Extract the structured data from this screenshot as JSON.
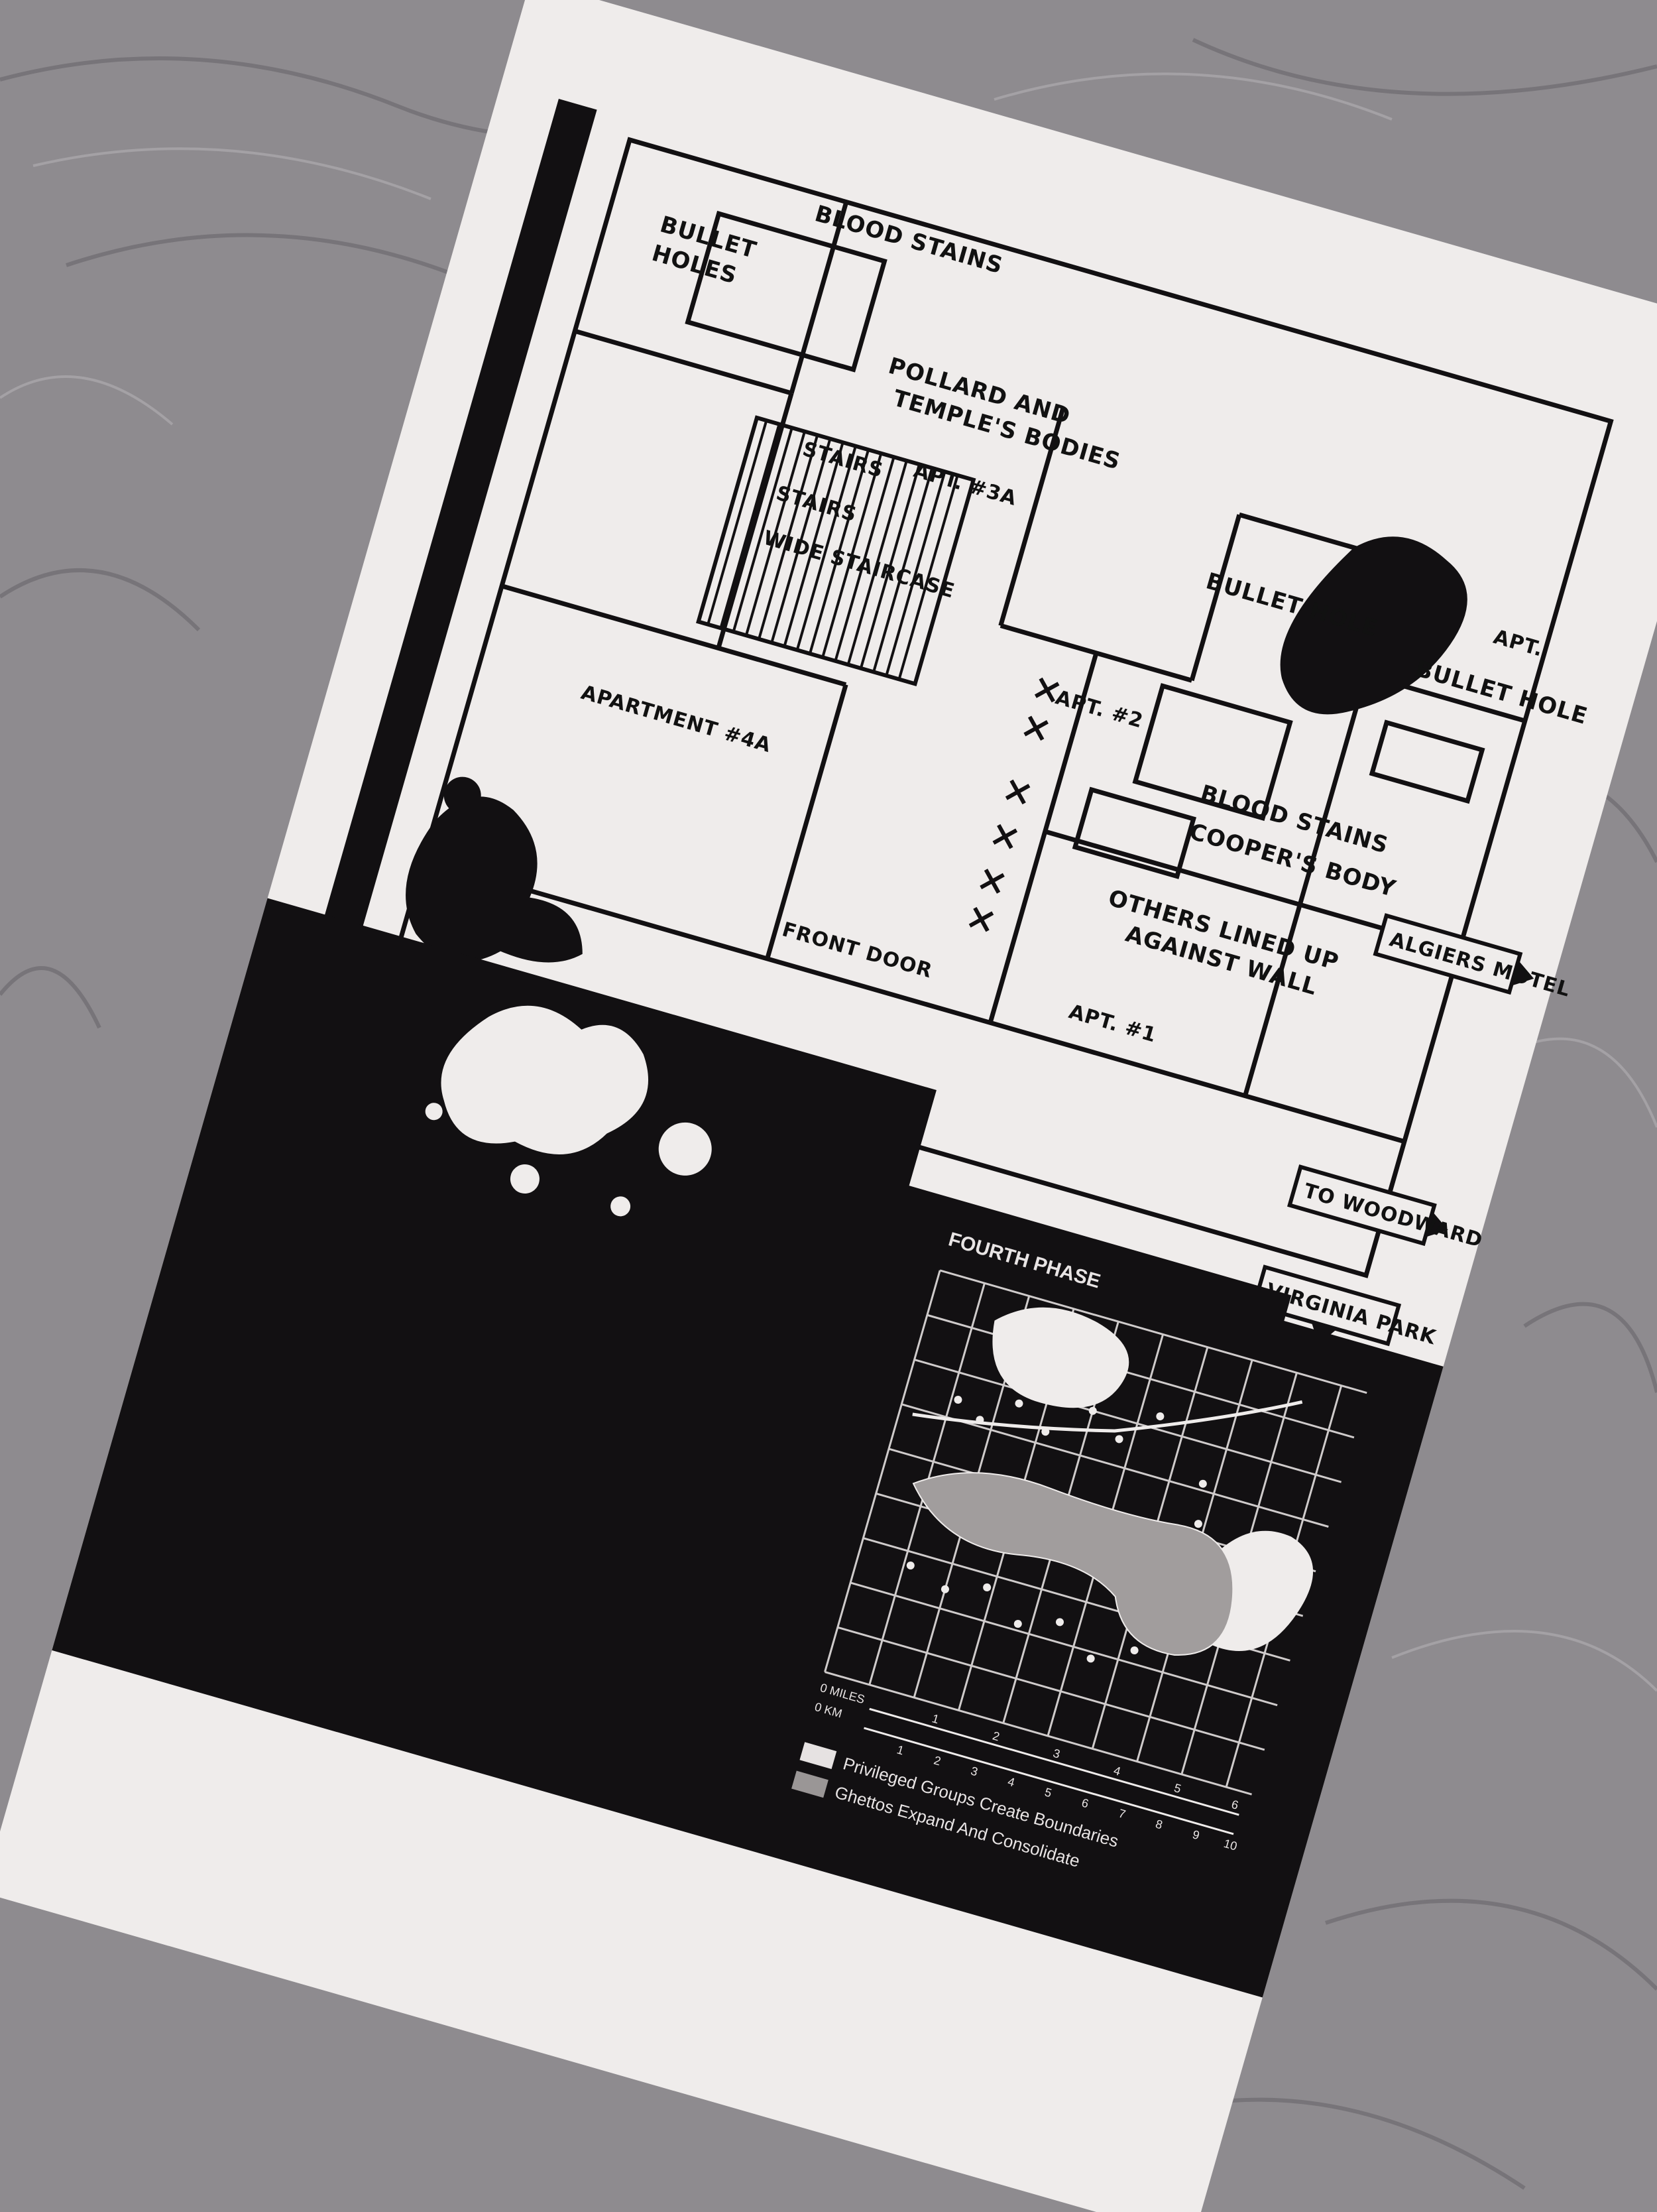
{
  "floor_plan": {
    "labels": {
      "blood_stains_top": "BLOOD STAINS",
      "bullet_holes": [
        "BULLET",
        "HOLES"
      ],
      "pollard_bodies": [
        "POLLARD AND",
        "TEMPLE'S BODIES"
      ],
      "stairs_1": "STAIRS",
      "stairs_2": "STAIRS",
      "wide_staircase": "WIDE STAIRCASE",
      "apt_3a": "APT. #3A",
      "apartment_4a": "APARTMENT #4A",
      "front_door": "FRONT DOOR",
      "apt_2": "APT. #2",
      "apt_1": "APT. #1",
      "apt_top": "APT.",
      "bullet_hole_mid": "BULLET HOLE",
      "bullet_hole_right": "BULLET HOLE",
      "blood_stains_mid": "BLOOD STAINS",
      "coopers_body": "COOPER'S BODY",
      "others_lined": [
        "OTHERS LINED UP",
        "AGAINST WALL"
      ]
    },
    "signs": {
      "algiers_motel": "ALGIERS MOTEL",
      "to_woodward": "TO WOODWARD",
      "virginia_park": "VIRGINIA PARK"
    }
  },
  "map": {
    "title": "FOURTH PHASE",
    "scale": {
      "miles_label": "0 MILES",
      "km_label": "0 KM",
      "miles_ticks": [
        "1",
        "2",
        "3",
        "4",
        "5",
        "6"
      ],
      "km_ticks": [
        "1",
        "2",
        "3",
        "4",
        "5",
        "6",
        "7",
        "8",
        "9",
        "10"
      ]
    },
    "legend": [
      {
        "label": "Privileged Groups Create Boundaries",
        "swatch": "#e6e2e2"
      },
      {
        "label": "Ghettos Expand And Consolidate",
        "swatch": "#9a9696"
      }
    ]
  },
  "colors": {
    "paper": "#efeceb",
    "ink": "#121012",
    "backdrop": "#8d8a8e"
  }
}
